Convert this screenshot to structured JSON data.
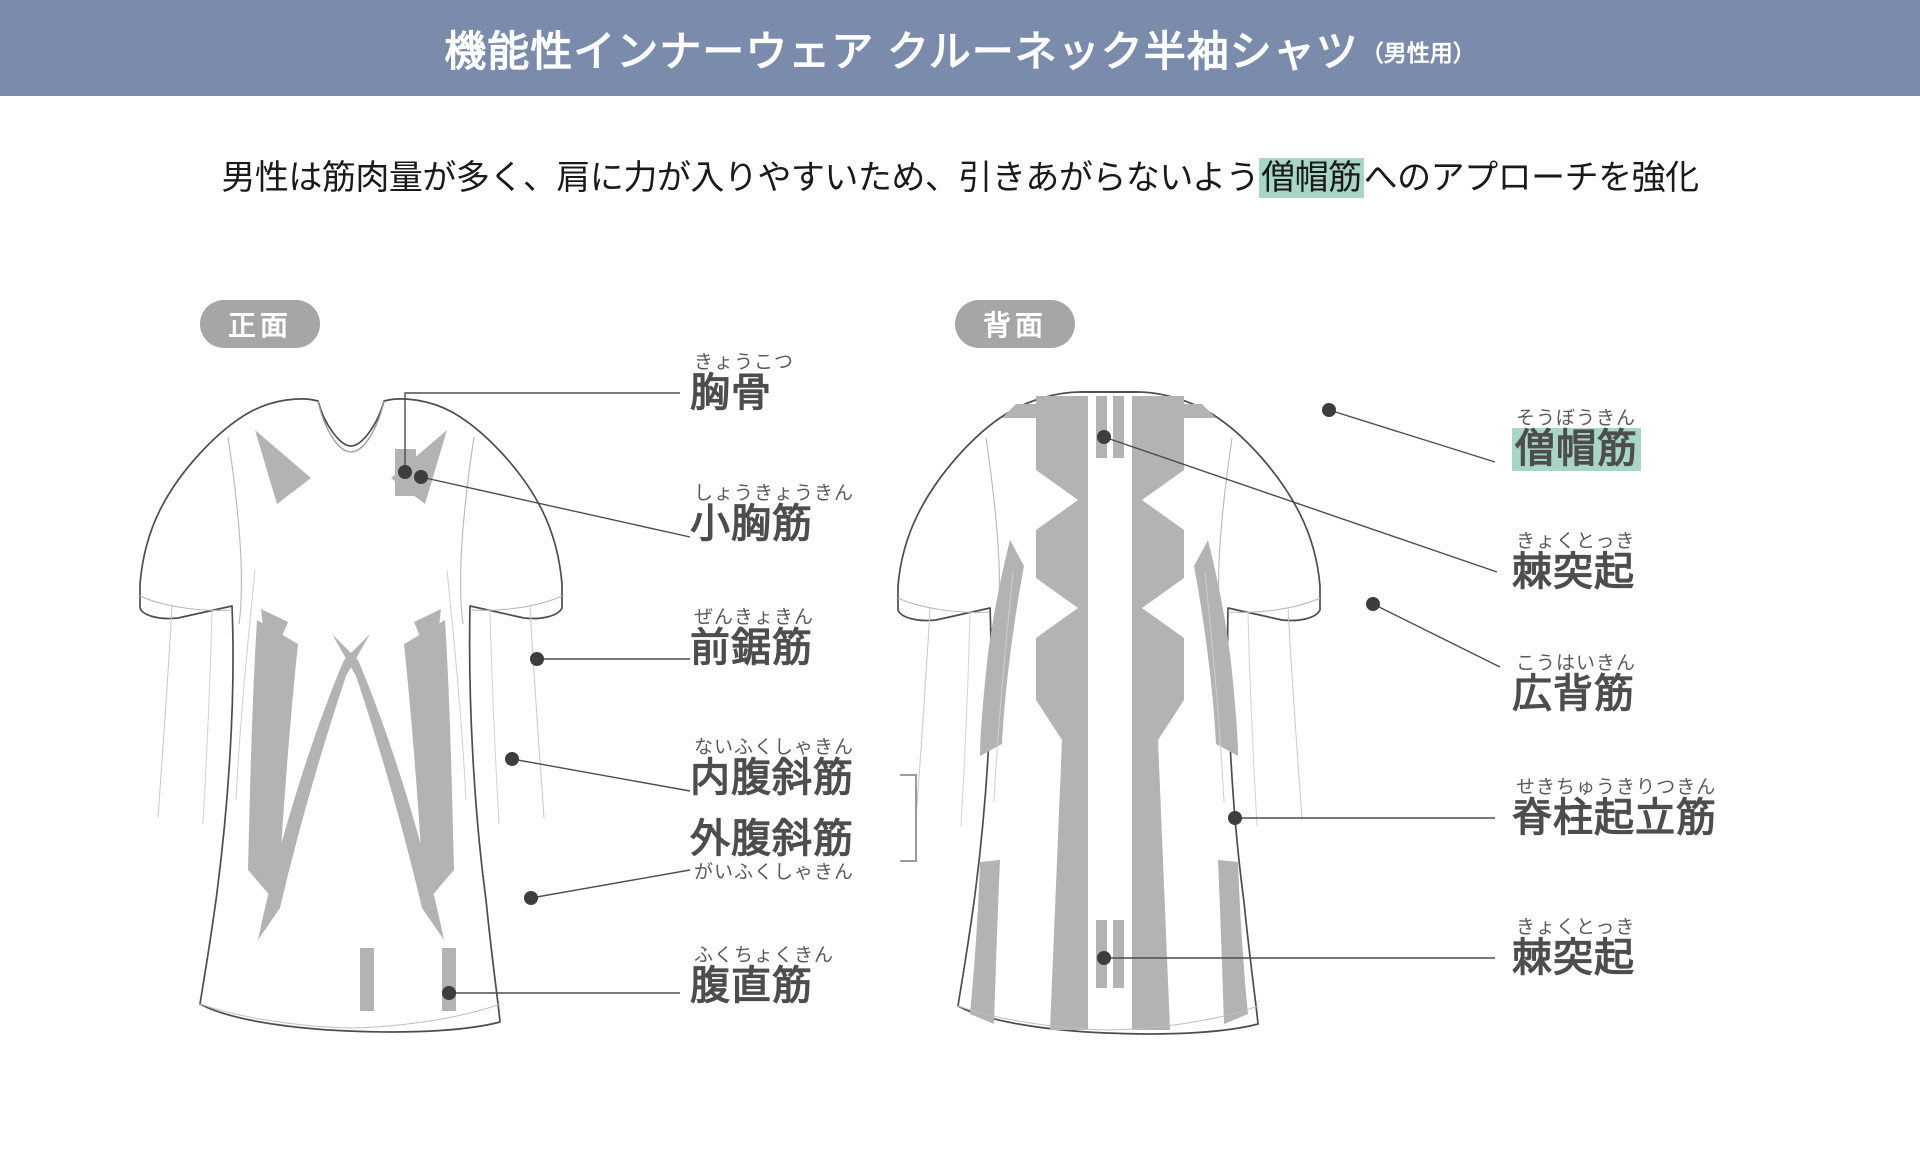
{
  "header": {
    "title": "機能性インナーウェア クルーネック半袖シャツ",
    "subtitle_paren": "（男性用）",
    "bar_color": "#7b8bab"
  },
  "description": {
    "part1": "男性は筋肉量が多く、肩に力が入りやすいため、引きあがらないよう",
    "highlight": "僧帽筋",
    "part2": "へのアプローチを強化",
    "highlight_color": "#a8d5c8"
  },
  "views": {
    "front": {
      "badge": "正面"
    },
    "back": {
      "badge": "背面"
    }
  },
  "front_labels": [
    {
      "kana": "きょうこつ",
      "name": "胸骨",
      "kana_position": "above"
    },
    {
      "kana": "しょうきょうきん",
      "name": "小胸筋",
      "kana_position": "above"
    },
    {
      "kana": "ぜんきょきん",
      "name": "前鋸筋",
      "kana_position": "above"
    },
    {
      "kana": "ないふくしゃきん",
      "name": "内腹斜筋",
      "kana_position": "above"
    },
    {
      "kana": "がいふくしゃきん",
      "name": "外腹斜筋",
      "kana_position": "below"
    },
    {
      "kana": "ふくちょくきん",
      "name": "腹直筋",
      "kana_position": "above"
    }
  ],
  "back_labels": [
    {
      "kana": "そうぼうきん",
      "name": "僧帽筋",
      "kana_position": "above",
      "highlighted": true
    },
    {
      "kana": "きょくとっき",
      "name": "棘突起",
      "kana_position": "above",
      "highlighted": false
    },
    {
      "kana": "こうはいきん",
      "name": "広背筋",
      "kana_position": "above",
      "highlighted": false
    },
    {
      "kana": "せきちゅうきりつきん",
      "name": "脊柱起立筋",
      "kana_position": "above",
      "highlighted": false
    },
    {
      "kana": "きょくとっき",
      "name": "棘突起",
      "kana_position": "above",
      "highlighted": false
    }
  ],
  "colors": {
    "support_panel": "#b3b3b3",
    "garment_outline": "#4d4d4d",
    "garment_fill": "#ffffff",
    "leader_line": "#4d4d4d",
    "marker_dot": "#3d3d3d",
    "badge_bg": "#a6a6a6",
    "label_text": "#4d4d4d",
    "kana_text": "#5a5a5a"
  }
}
